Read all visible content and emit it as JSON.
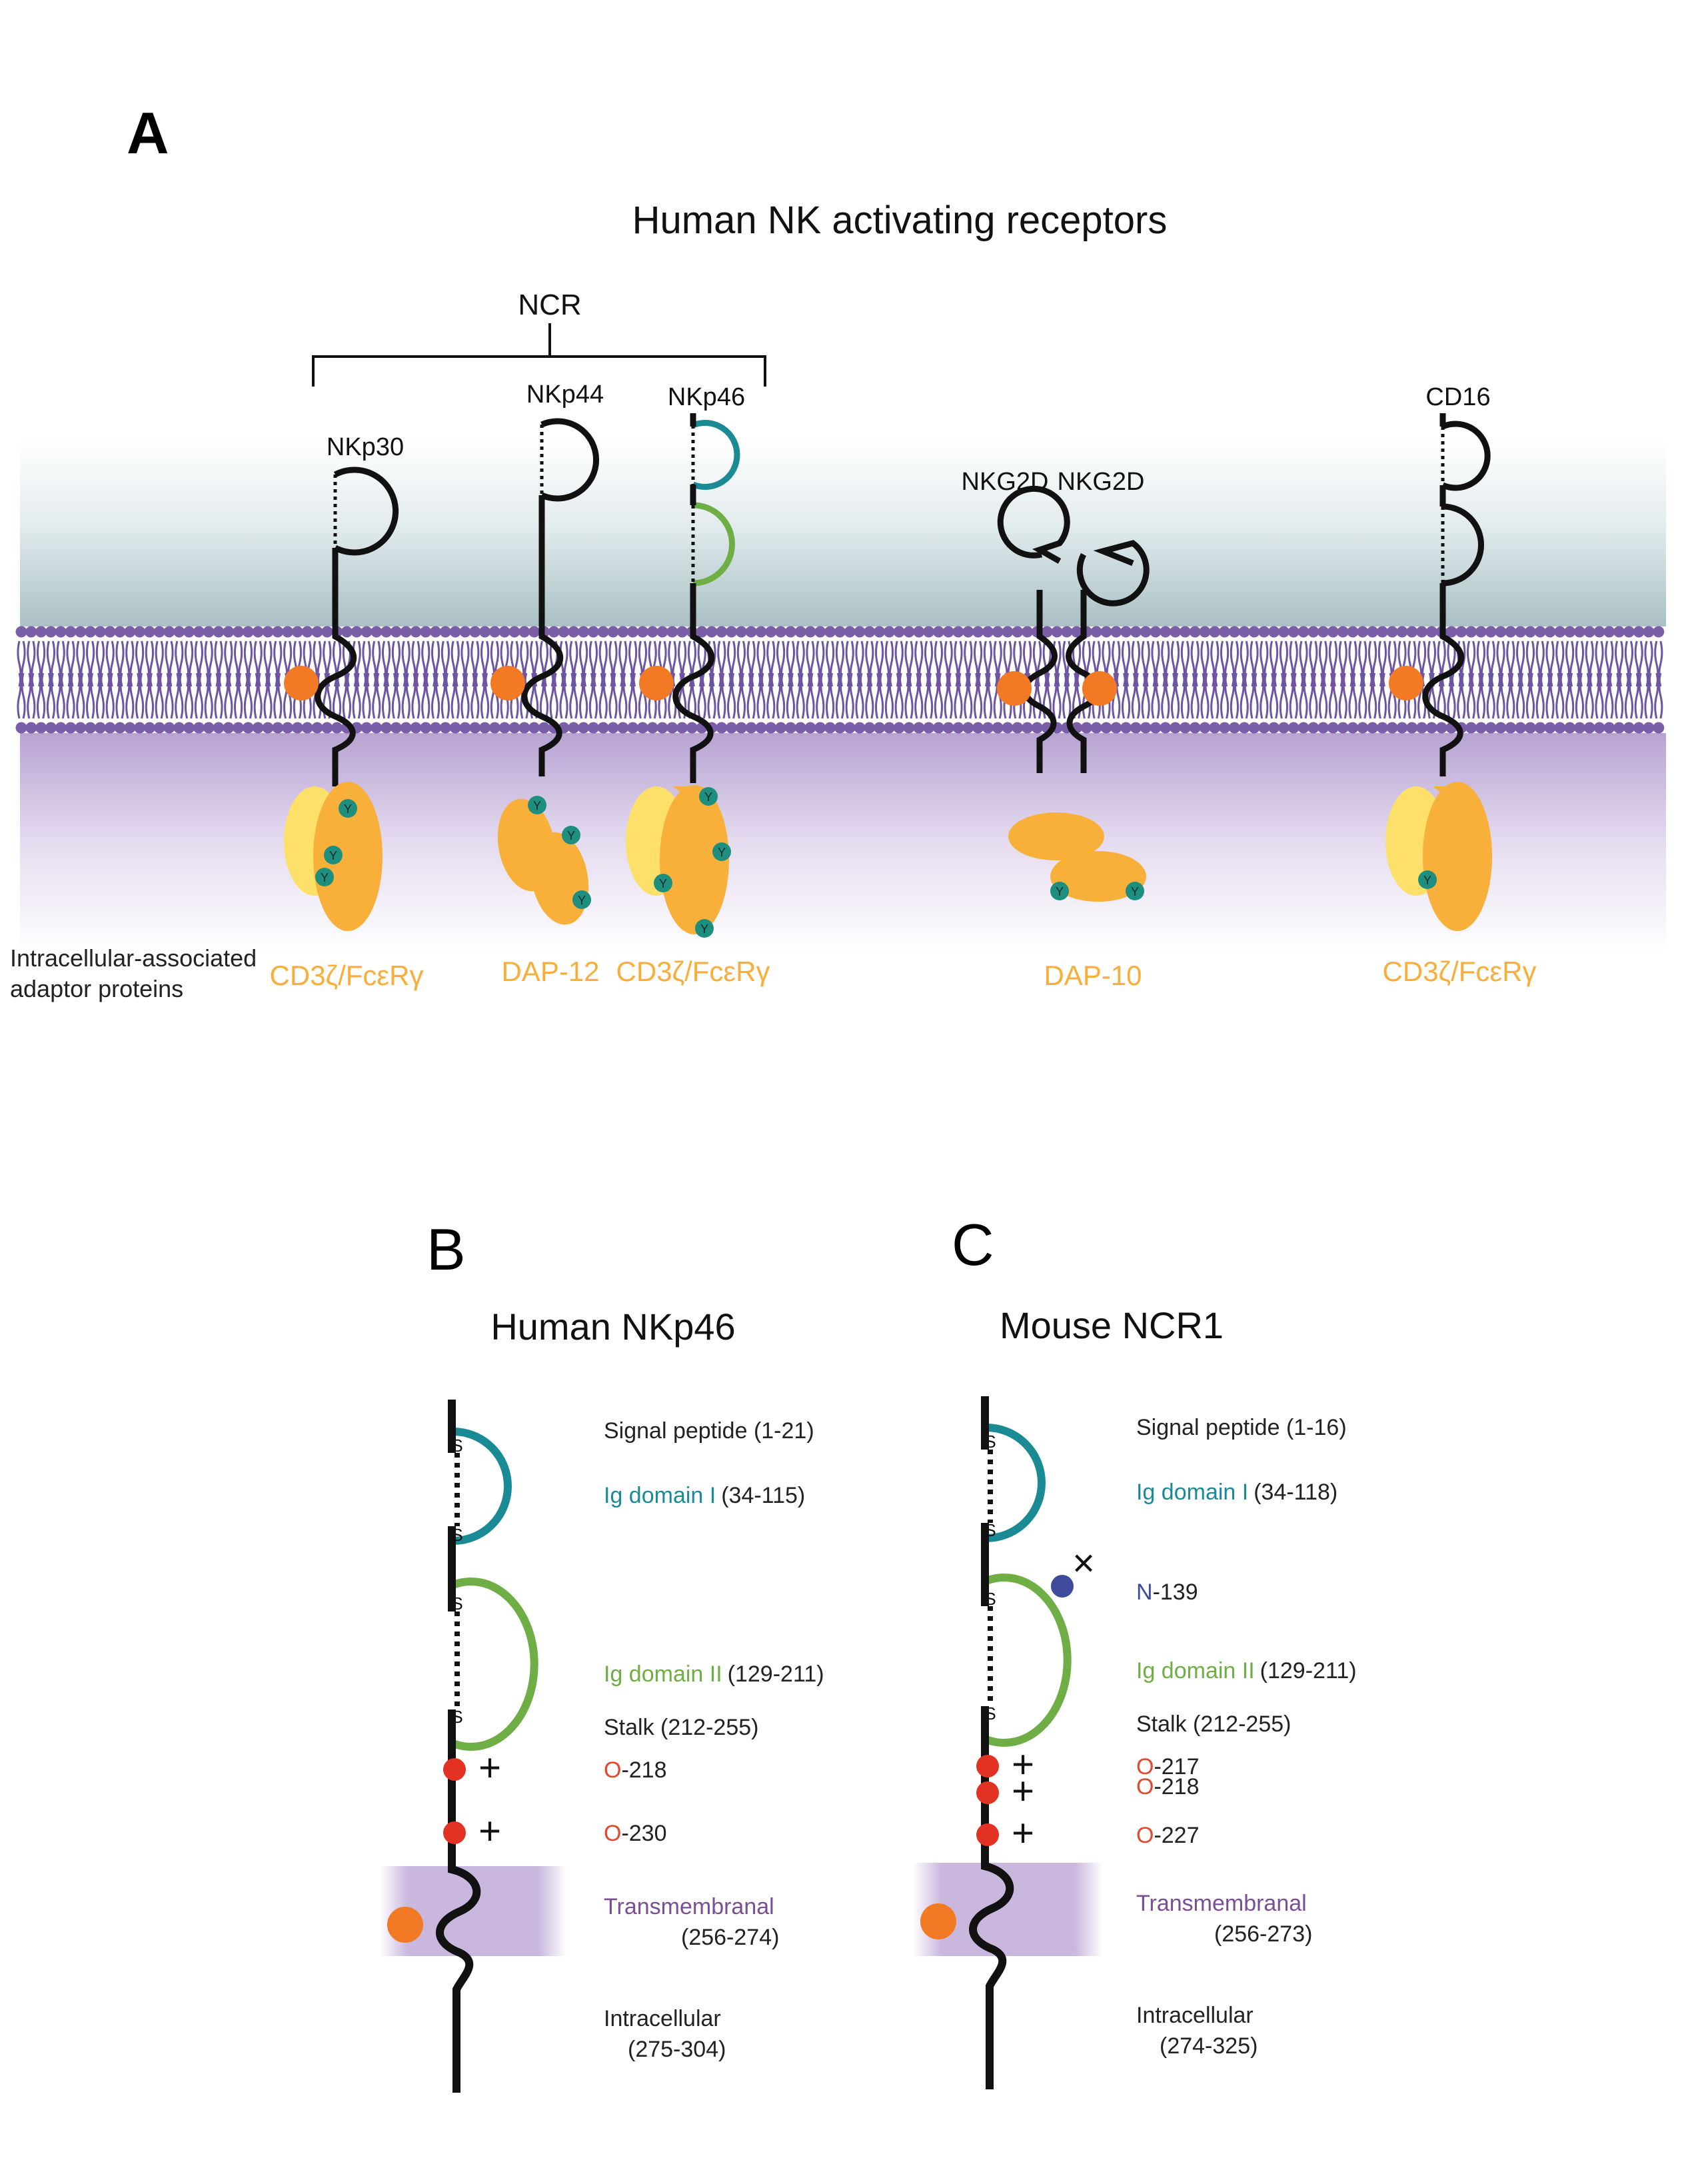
{
  "colors": {
    "black": "#111111",
    "teal": "#1a8a95",
    "green": "#6fad45",
    "orange_dot": "#f27a24",
    "adaptor_yellow": "#fde06a",
    "adaptor_orange": "#f9b03a",
    "adaptor_label": "#f9ae3b",
    "tyrosine": "#1e8f7e",
    "red_site": "#e23224",
    "n_glyc": "#3f4a9a",
    "membrane_purple": "#7a5ea8",
    "transmembrane_label": "#7a4e96",
    "o_label": "#e2492d",
    "n_label": "#3f4a9a"
  },
  "panelA": {
    "letter": "A",
    "title": "Human NK activating receptors",
    "ncr_label": "NCR",
    "receptors": {
      "nkp30": "NKp30",
      "nkp44": "NKp44",
      "nkp46": "NKp46",
      "nkg2d_1": "NKG2D",
      "nkg2d_2": "NKG2D",
      "cd16": "CD16"
    },
    "tyrosine_symbol": "Y",
    "adaptor_caption_line1": "Intracellular-associated",
    "adaptor_caption_line2": "adaptor proteins",
    "adaptors": {
      "a1": "CD3ζ/FcεRγ",
      "a2": "DAP-12",
      "a3": "CD3ζ/FcεRγ",
      "a4": "DAP-10",
      "a5": "CD3ζ/FcεRγ"
    }
  },
  "panelB": {
    "letter": "B",
    "title": "Human NKp46",
    "disulfide_symbol": "S",
    "o_glyc_symbol": "+",
    "signal_peptide": "Signal peptide (1-21)",
    "ig1_name": "Ig domain I",
    "ig1_range": "(34-115)",
    "ig2_name": "Ig domain II",
    "ig2_range": "(129-211)",
    "stalk": "Stalk (212-255)",
    "o1_prefix": "O",
    "o1_num": "-218",
    "o2_prefix": "O",
    "o2_num": "-230",
    "tm_name": "Transmembranal",
    "tm_range": "(256-274)",
    "ic_name": "Intracellular",
    "ic_range": "(275-304)"
  },
  "panelC": {
    "letter": "C",
    "title": "Mouse NCR1",
    "disulfide_symbol": "S",
    "o_glyc_symbol": "+",
    "n_glyc_symbol": "×",
    "signal_peptide": "Signal peptide (1-16)",
    "ig1_name": "Ig domain I",
    "ig1_range": "(34-118)",
    "n_prefix": "N",
    "n_num": "-139",
    "ig2_name": "Ig domain II",
    "ig2_range": "(129-211)",
    "stalk": "Stalk (212-255)",
    "o1_prefix": "O",
    "o1_num": "-217",
    "o2_prefix": "O",
    "o2_num": "-218",
    "o3_prefix": "O",
    "o3_num": "-227",
    "tm_name": "Transmembranal",
    "tm_range": "(256-273)",
    "ic_name": "Intracellular",
    "ic_range": "(274-325)"
  }
}
